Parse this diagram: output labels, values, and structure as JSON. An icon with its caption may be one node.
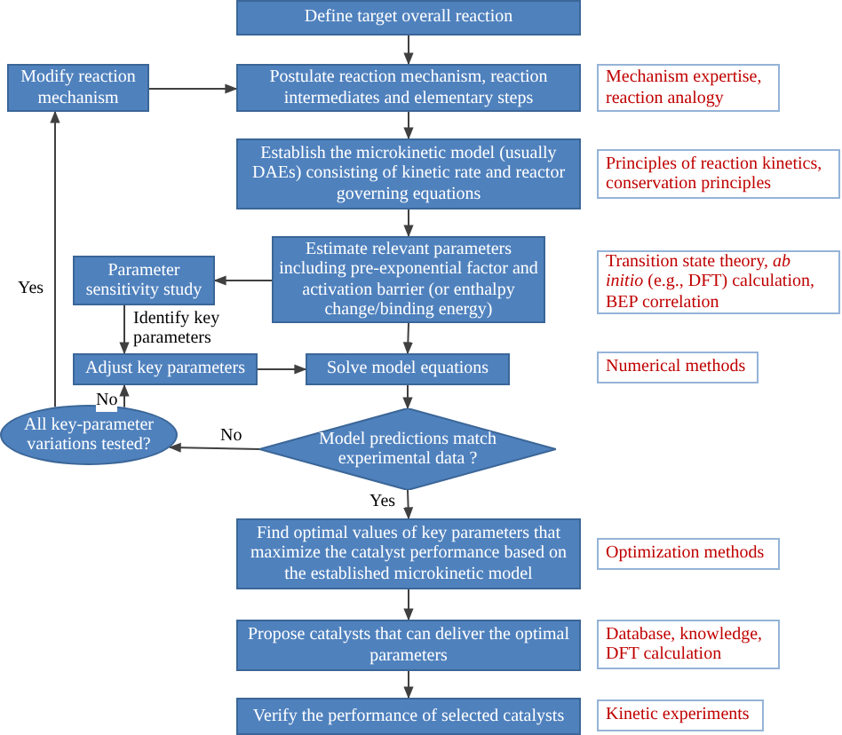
{
  "diagram": {
    "nodes": [
      {
        "text": [
          "Define target overall reaction"
        ]
      },
      {
        "text": [
          "Modify reaction mechanism"
        ]
      },
      {
        "text": [
          "Postulate reaction mechanism, reaction intermediates and elementary steps"
        ]
      },
      {
        "text": [
          "Mechanism expertise, reaction analogy"
        ]
      },
      {
        "text": [
          "Establish the microkinetic model (usually DAEs) consisting of kinetic rate and reactor governing equations"
        ]
      },
      {
        "text": [
          "Principles of reaction kinetics, conservation principles"
        ]
      },
      {
        "text": [
          "Estimate relevant parameters including pre-exponential factor and activation barrier (or enthalpy change/binding energy)"
        ]
      },
      {
        "text": [
          "Parameter sensitivity study"
        ]
      },
      {
        "text": [
          "Transition state theory, *ab initio* (e.g., DFT) calculation, BEP correlation"
        ]
      },
      {
        "text": [
          "Adjust key parameters"
        ]
      },
      {
        "text": [
          "Solve model equations"
        ]
      },
      {
        "text": [
          "Numerical methods"
        ]
      },
      {
        "text": [
          "All key-parameter variations tested?"
        ]
      },
      {
        "text": [
          "Model predictions match experimental data ?"
        ]
      },
      {
        "text": [
          "Find optimal values of key parameters that maximize the catalyst performance based on the established microkinetic model"
        ]
      },
      {
        "text": [
          "Optimization methods"
        ]
      },
      {
        "text": [
          "Propose catalysts that can deliver the optimal parameters"
        ]
      },
      {
        "text": [
          "Database, knowledge, DFT calculation"
        ]
      },
      {
        "text": [
          "Verify the performance of selected catalysts"
        ]
      },
      {
        "text": [
          "Kinetic experiments"
        ]
      }
    ],
    "edges": [
      {
        "from": 0,
        "to": 2,
        "arrow": "to"
      },
      {
        "from": 2,
        "to": 4,
        "arrow": "to"
      },
      {
        "from": 4,
        "to": 6,
        "arrow": "to"
      },
      {
        "from": 6,
        "to": 7,
        "arrow": "to"
      },
      {
        "from": 6,
        "to": 10,
        "arrow": "to"
      },
      {
        "from": 7,
        "to": 9,
        "arrow": "to",
        "label": "Identify key parameters"
      },
      {
        "from": 9,
        "to": 10,
        "arrow": "to"
      },
      {
        "from": 10,
        "to": 13,
        "arrow": "to"
      },
      {
        "from": 13,
        "to": 12,
        "arrow": "to",
        "label": "No"
      },
      {
        "from": 12,
        "to": 9,
        "arrow": "to",
        "label": "No"
      },
      {
        "from": 12,
        "to": 1,
        "arrow": "to",
        "label": "Yes"
      },
      {
        "from": 1,
        "to": 2,
        "arrow": "to"
      },
      {
        "from": 13,
        "to": 14,
        "arrow": "to",
        "label": "Yes"
      },
      {
        "from": 14,
        "to": 16,
        "arrow": "to"
      },
      {
        "from": 16,
        "to": 18,
        "arrow": "to"
      }
    ]
  }
}
